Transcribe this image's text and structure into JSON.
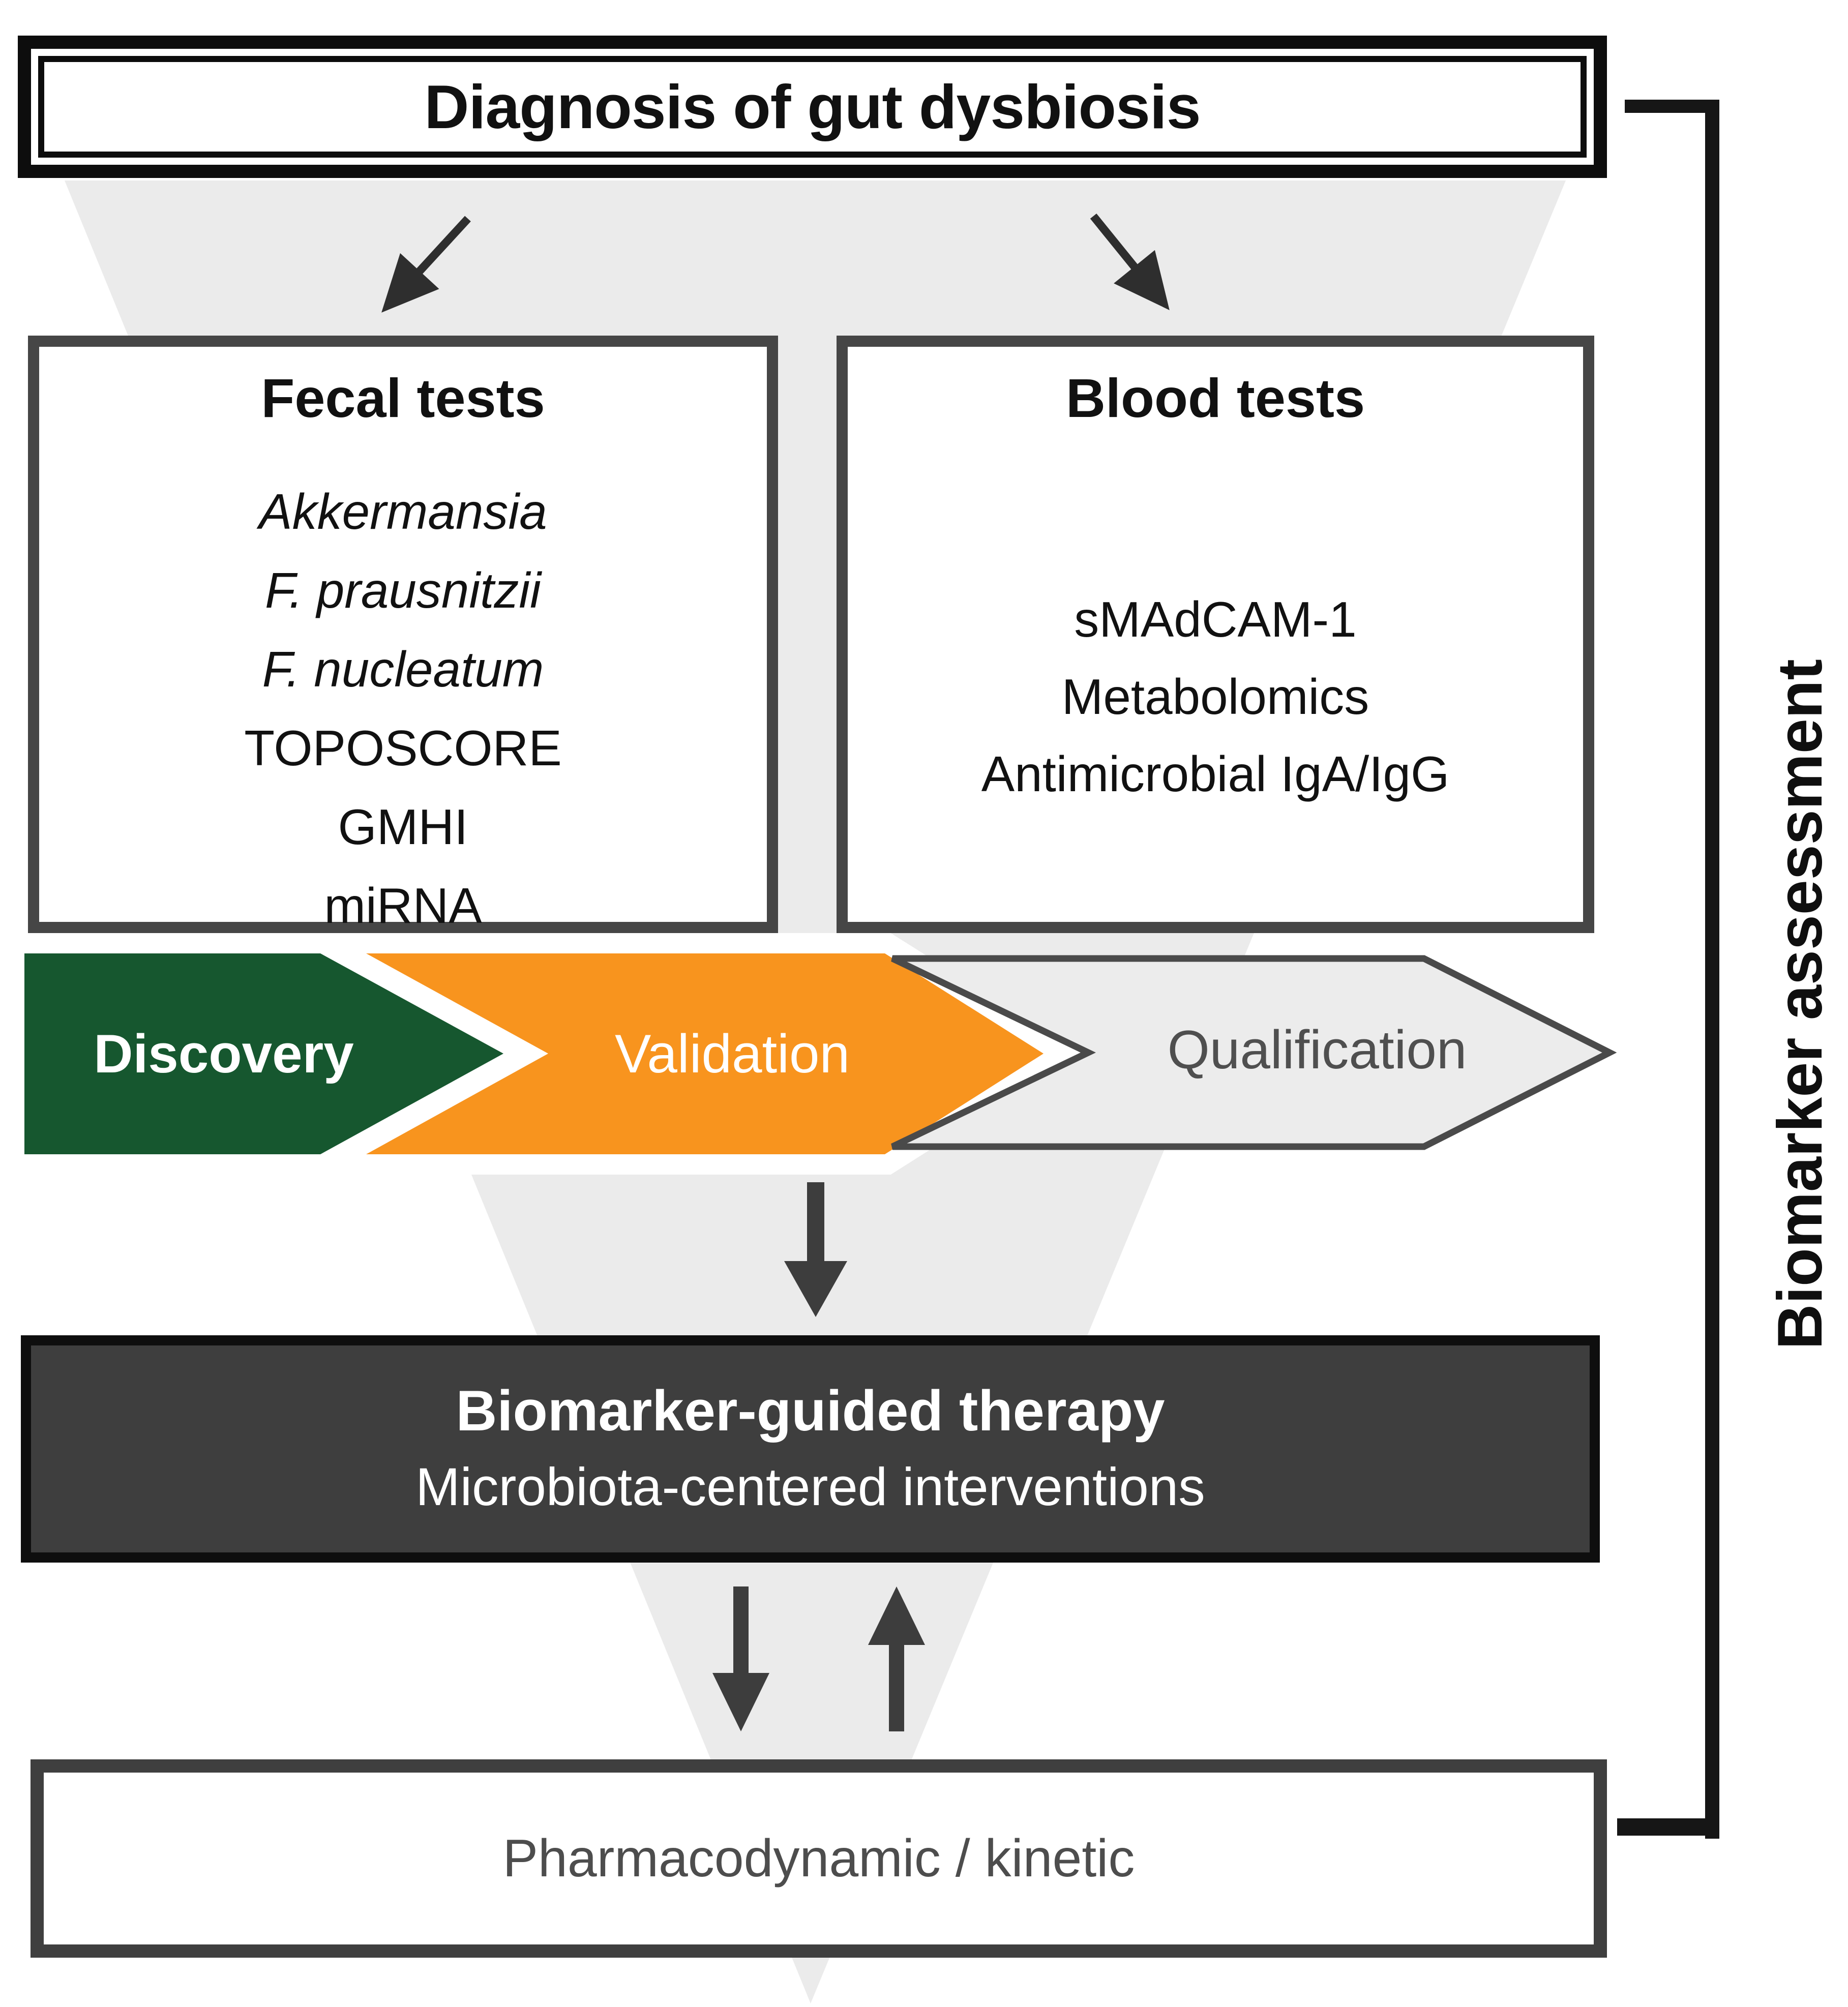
{
  "figure": {
    "top_box": "Diagnosis of gut dysbiosis",
    "fecal_box": {
      "title": "Fecal tests",
      "items": [
        "Akkermansia",
        "F. prausnitzii",
        "F. nucleatum",
        "TOPOSCORE",
        "GMHI",
        "miRNA"
      ]
    },
    "blood_box": {
      "title": "Blood tests",
      "items": [
        "sMAdCAM-1",
        "Metabolomics",
        "Antimicrobial IgA/IgG"
      ]
    },
    "pipeline_stages": [
      {
        "label": "Discovery",
        "color": "#16572f"
      },
      {
        "label": "Validation",
        "color": "#f8941e"
      },
      {
        "label": "Qualification",
        "color": "#ececec"
      }
    ],
    "therapy_box": {
      "title": "Biomarker-guided therapy",
      "subtitle": "Microbiota-centered interventions"
    },
    "pd_box": "Pharmacodynamic / kinetic",
    "side_label": "Biomarker assessment",
    "colors": {
      "funnel_gray": "#ebebeb",
      "discovery_green": "#16572f",
      "validation_orange": "#f8941e",
      "qualification_gray": "#ececec",
      "qualification_border": "#4a4a4a",
      "arrow_dark_gray": "#3d3d3d",
      "therapy_background": "#3e3e3e"
    }
  }
}
